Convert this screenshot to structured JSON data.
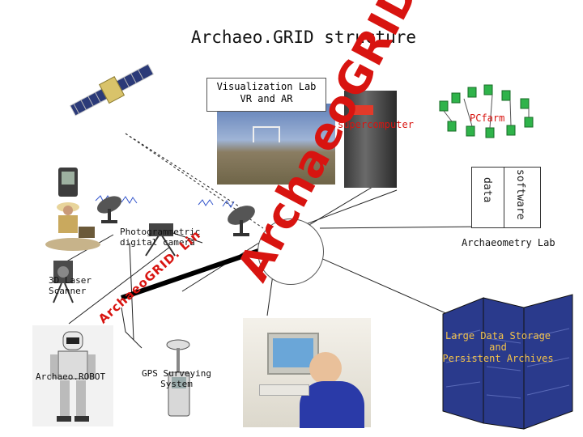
{
  "title": "Archaeo.GRID structure",
  "nodes": {
    "visualization_lab": [
      "Visualization  Lab",
      "VR and AR"
    ],
    "supercomputer": "supercomputer",
    "pcfarm": "PCfarm",
    "data": "data",
    "software": "software",
    "camera": [
      "Photogrammetric",
      "digital camera"
    ],
    "archaeometry": "Archaeometry Lab",
    "laser": [
      "3D Laser",
      "Scanner"
    ],
    "robot": "Archaeo.ROBOT",
    "gps": [
      "GPS Surveying",
      "System"
    ],
    "storage": [
      "Large Data Storage",
      "and",
      "Persistent Archives"
    ]
  },
  "big_label": "ArchaeoGRID",
  "small_label": "ArchaeoGRID. Lin",
  "colors": {
    "accent": "#d81410",
    "storage": "#2a3a8c",
    "screen": "#6aa6d8"
  }
}
